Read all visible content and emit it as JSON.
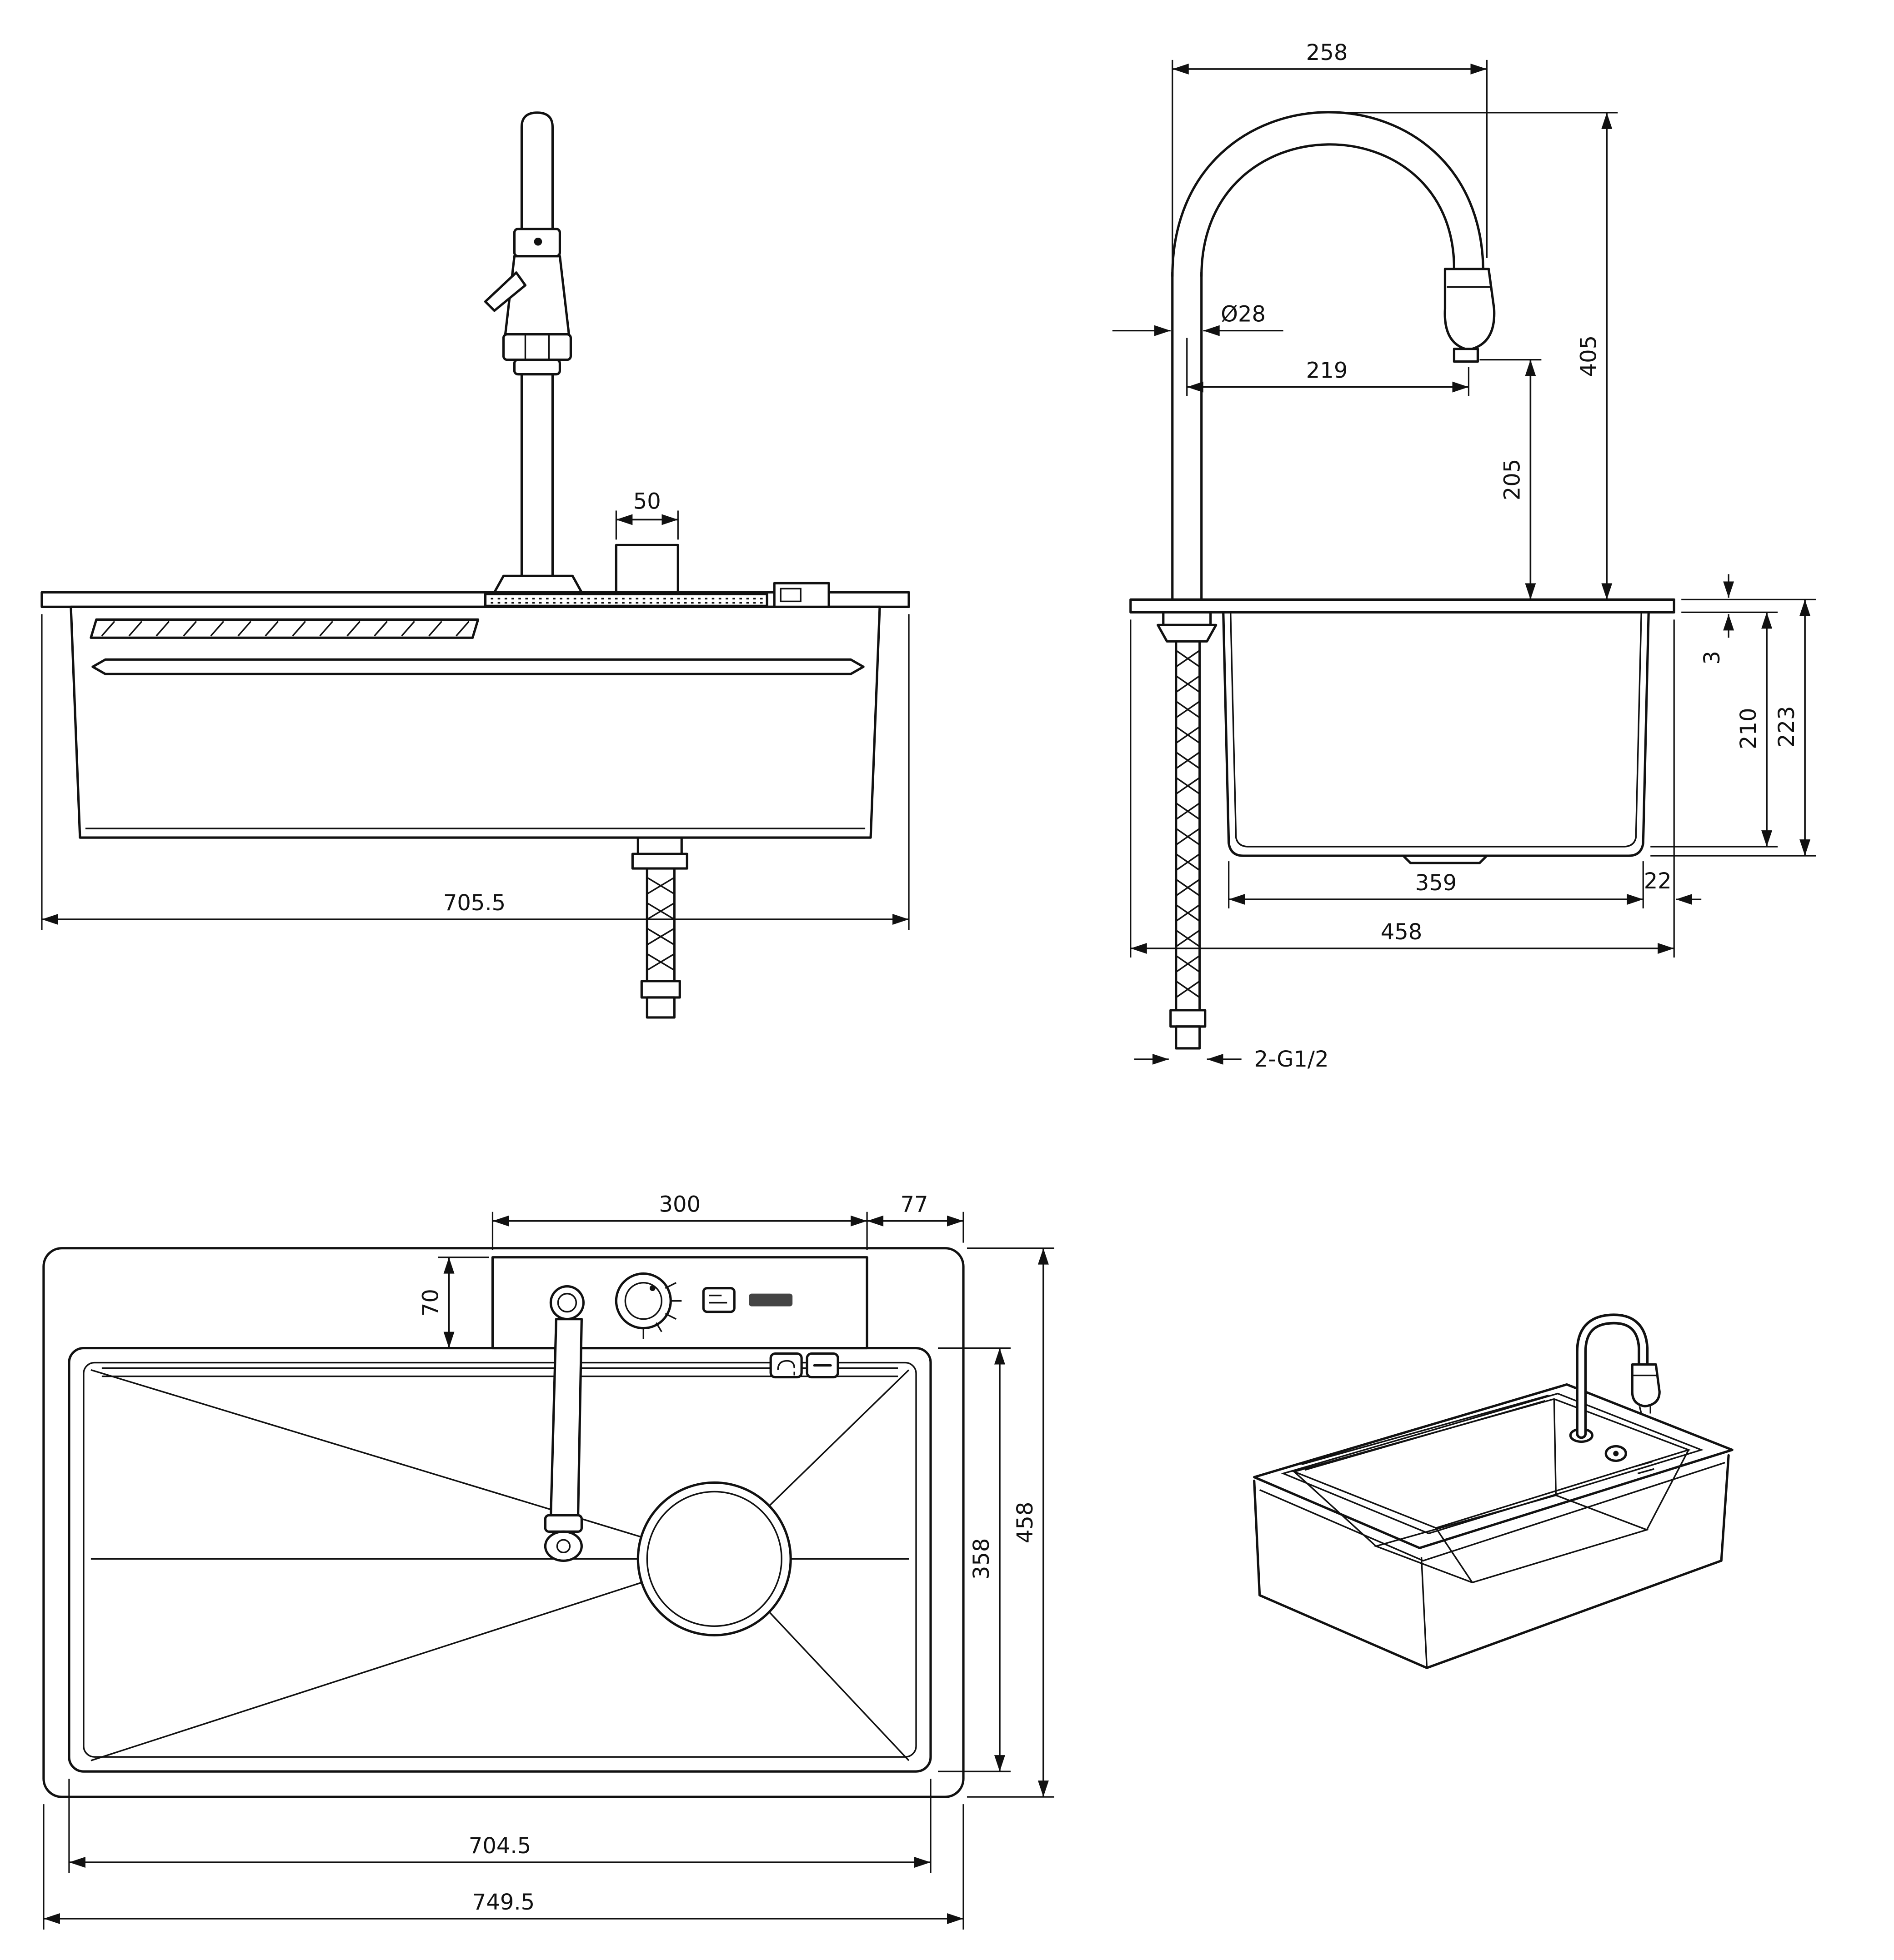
{
  "page": {
    "background": "#ffffff",
    "line_color": "#111111",
    "description": "Technical dimension drawing of kitchen waterfall sink with pull-down faucet: front view, side view, top view, isometric view"
  },
  "views": {
    "front": {
      "dims": {
        "d50": "50",
        "d705_5": "705.5"
      }
    },
    "side": {
      "dims": {
        "d258": "258",
        "dia28": "Ø28",
        "d219": "219",
        "d405": "405",
        "d205": "205",
        "d3": "3",
        "d210": "210",
        "d223": "223",
        "d359": "359",
        "d22": "22",
        "d458": "458",
        "thread": "2-G1/2"
      }
    },
    "top": {
      "dims": {
        "d300": "300",
        "d77": "77",
        "d70": "70",
        "d358": "358",
        "d458": "458",
        "d704_5": "704.5",
        "d749_5": "749.5"
      }
    }
  }
}
